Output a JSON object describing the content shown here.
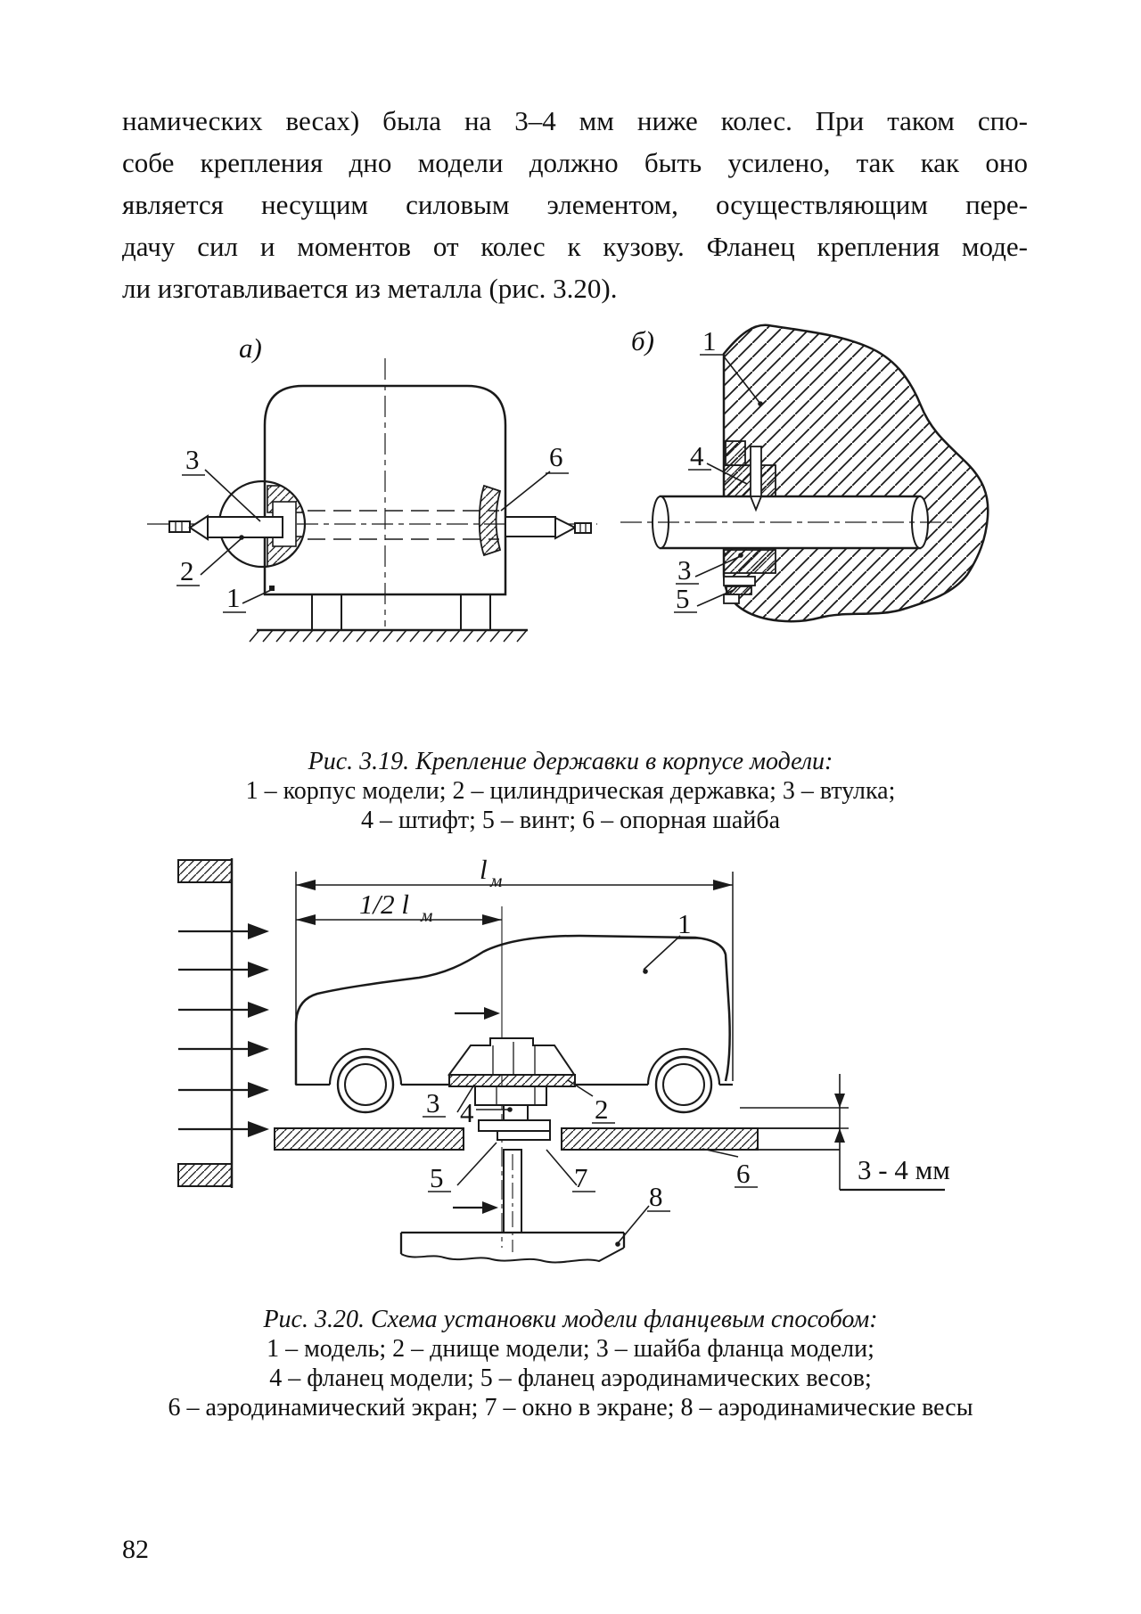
{
  "paragraph": {
    "lines": [
      "намических весах) была на 3–4 мм ниже колес. При таком спо-",
      "собе крепления дно модели должно быть усилено, так как оно",
      "является несущим силовым элементом, осуществляющим пере-",
      "дачу сил и моментов от колес к кузову. Фланец крепления моде-",
      "ли изготавливается из металла (рис. 3.20)."
    ]
  },
  "figure_319": {
    "labels": {
      "a": "а)",
      "b": "б)",
      "n1": "1",
      "n2": "2",
      "n3": "3",
      "n4": "4",
      "n5": "5",
      "n6": "6"
    },
    "caption": {
      "title": "Рис. 3.19. Крепление державки в корпусе модели:",
      "legend_line1": "1 – корпус модели;  2 – цилиндрическая державка; 3 – втулка;",
      "legend_line2": "4 – штифт; 5 – винт; 6 – опорная шайба"
    }
  },
  "figure_320": {
    "labels": {
      "n1": "1",
      "n2": "2",
      "n3": "3",
      "n4": "4",
      "n5": "5",
      "n6": "6",
      "n7": "7",
      "n8": "8"
    },
    "dims": {
      "lm": "l",
      "lm_sub": "м",
      "half": "1/2 l",
      "half_sub": "м",
      "gap": "3 - 4 мм"
    },
    "caption": {
      "title": "Рис. 3.20. Схема установки модели фланцевым способом:",
      "legend_line1": "1 – модель;  2 – днище модели; 3 – шайба фланца модели;",
      "legend_line2": "4 – фланец модели;  5 – фланец аэродинамических весов;",
      "legend_line3": "6 – аэродинамический экран; 7 – окно в экране; 8 – аэродинамические весы"
    }
  },
  "page": {
    "number": "82"
  }
}
